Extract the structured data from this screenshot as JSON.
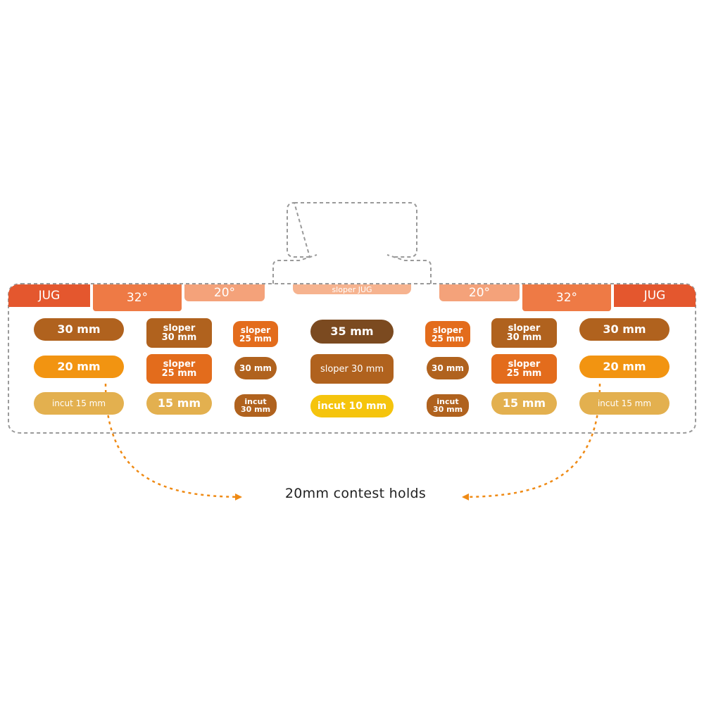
{
  "caption": "20mm contest holds",
  "colors": {
    "jug": "#e4572e",
    "angle32": "#ee7a45",
    "angle20": "#f4a27a",
    "sloper_jug": "#f6b38f",
    "outline": "#9a9a9a",
    "arrow": "#ef8a14"
  },
  "tabs": {
    "left_jug": "JUG",
    "left_32": "32°",
    "left_20": "20°",
    "center": "sloper JUG",
    "right_20": "20°",
    "right_32": "32°",
    "right_jug": "JUG"
  },
  "holds": {
    "c1_r1": "30 mm",
    "c1_r2": "20 mm",
    "c1_r3": "incut 15 mm",
    "c2_r1": "sloper\n30 mm",
    "c2_r2": "sloper\n25 mm",
    "c2_r3": "15 mm",
    "c3_r1": "sloper\n25 mm",
    "c3_r2": "30 mm",
    "c3_r3": "incut\n30 mm",
    "c4_r1": "35 mm",
    "c4_r2": "sloper 30 mm",
    "c4_r3": "incut 10 mm",
    "c5_r1": "sloper\n25 mm",
    "c5_r2": "30 mm",
    "c5_r3": "incut\n30 mm",
    "c6_r1": "sloper\n30 mm",
    "c6_r2": "sloper\n25 mm",
    "c6_r3": "15 mm",
    "c7_r1": "30 mm",
    "c7_r2": "20 mm",
    "c7_r3": "incut 15 mm"
  }
}
